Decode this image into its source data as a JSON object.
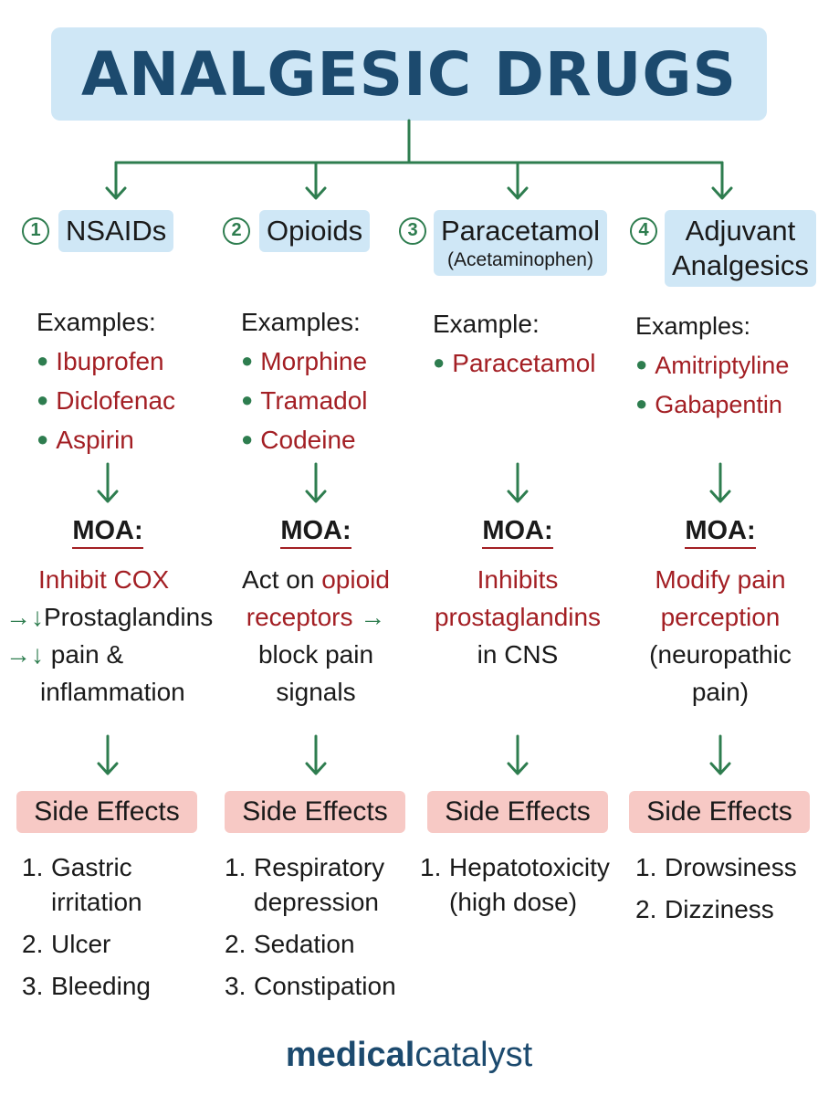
{
  "title": "ANALGESIC DRUGS",
  "columns": [
    {
      "num": "1",
      "heading": "NSAIDs",
      "examples_label": "Examples:",
      "examples": [
        "Ibuprofen",
        "Diclofenac",
        "Aspirin"
      ],
      "moa_label": "MOA:",
      "moa": {
        "l1": "Inhibit COX",
        "l2a": "→↓",
        "l2b": "Prostaglandins",
        "l3a": "→↓",
        "l3b": "pain &",
        "l4": "inflammation"
      },
      "side_effects_label": "Side Effects",
      "side_effects": [
        {
          "num": "1.",
          "lines": [
            "Gastric",
            "irritation"
          ]
        },
        {
          "num": "2.",
          "lines": [
            "Ulcer"
          ]
        },
        {
          "num": "3.",
          "lines": [
            "Bleeding"
          ]
        }
      ]
    },
    {
      "num": "2",
      "heading": "Opioids",
      "examples_label": "Examples:",
      "examples": [
        "Morphine",
        "Tramadol",
        "Codeine"
      ],
      "moa_label": "MOA:",
      "moa": {
        "l1a": "Act on ",
        "l1b": "opioid",
        "l2a": "receptors",
        "l2b": " →",
        "l3": "block pain",
        "l4": "signals"
      },
      "side_effects_label": "Side Effects",
      "side_effects": [
        {
          "num": "1.",
          "lines": [
            "Respiratory",
            "depression"
          ]
        },
        {
          "num": "2.",
          "lines": [
            "Sedation"
          ]
        },
        {
          "num": "3.",
          "lines": [
            "Constipation"
          ]
        }
      ]
    },
    {
      "num": "3",
      "heading": "Paracetamol",
      "heading_sub": "(Acetaminophen)",
      "examples_label": "Example:",
      "examples": [
        "Paracetamol"
      ],
      "moa_label": "MOA:",
      "moa": {
        "l1": "Inhibits",
        "l2": "prostaglandins",
        "l3": "in CNS"
      },
      "side_effects_label": "Side Effects",
      "side_effects": [
        {
          "num": "1.",
          "lines": [
            "Hepatotoxicity",
            "(high dose)"
          ]
        }
      ]
    },
    {
      "num": "4",
      "heading": "Adjuvant",
      "heading_line2": "Analgesics",
      "examples_label": "Examples:",
      "examples": [
        "Amitriptyline",
        "Gabapentin"
      ],
      "moa_label": "MOA:",
      "moa": {
        "l1": "Modify pain",
        "l2": "perception",
        "l3": "(neuropathic",
        "l4": "pain)"
      },
      "side_effects_label": "Side Effects",
      "side_effects": [
        {
          "num": "1.",
          "lines": [
            "Drowsiness"
          ]
        },
        {
          "num": "2.",
          "lines": [
            "Dizziness"
          ]
        }
      ]
    }
  ],
  "brand": {
    "part1": "medical",
    "part2": "catalyst"
  },
  "colors": {
    "title_bg": "#cfe7f6",
    "title_text": "#1c4a6e",
    "drug_name": "#a31f24",
    "arrow": "#2e7d4f",
    "side_effects_bg": "#f7c9c5"
  }
}
